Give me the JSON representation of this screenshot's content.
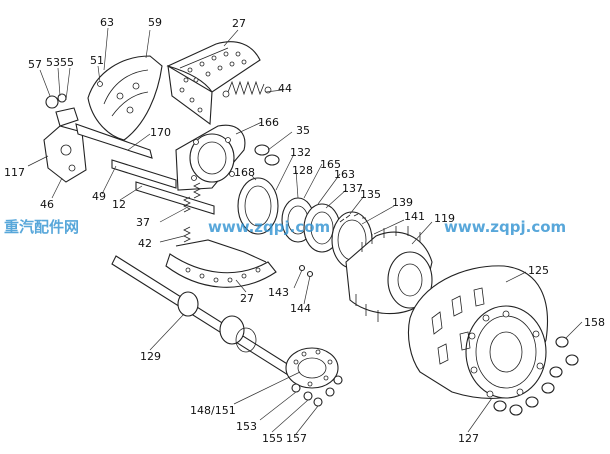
{
  "watermark": {
    "text_left": "重汽配件网",
    "text_right": "www.zqpj.com",
    "color": "#2a8fd0"
  },
  "labels": {
    "p63": "63",
    "p59": "59",
    "p27_top": "27",
    "p57": "57",
    "p53": "53",
    "p55": "55",
    "p51": "51",
    "p44": "44",
    "p166": "166",
    "p35": "35",
    "p170": "170",
    "p117": "117",
    "p46": "46",
    "p49": "49",
    "p12": "12",
    "p132": "132",
    "p165": "165",
    "p128": "128",
    "p163": "163",
    "p168": "168",
    "p137": "137",
    "p135": "135",
    "p139": "139",
    "p141": "141",
    "p119": "119",
    "p37": "37",
    "p42": "42",
    "p27_bottom": "27",
    "p125": "125",
    "p143": "143",
    "p144": "144",
    "p158": "158",
    "p129": "129",
    "p148_151": "148/151",
    "p153": "153",
    "p155": "155",
    "p157": "157",
    "p127": "127"
  }
}
